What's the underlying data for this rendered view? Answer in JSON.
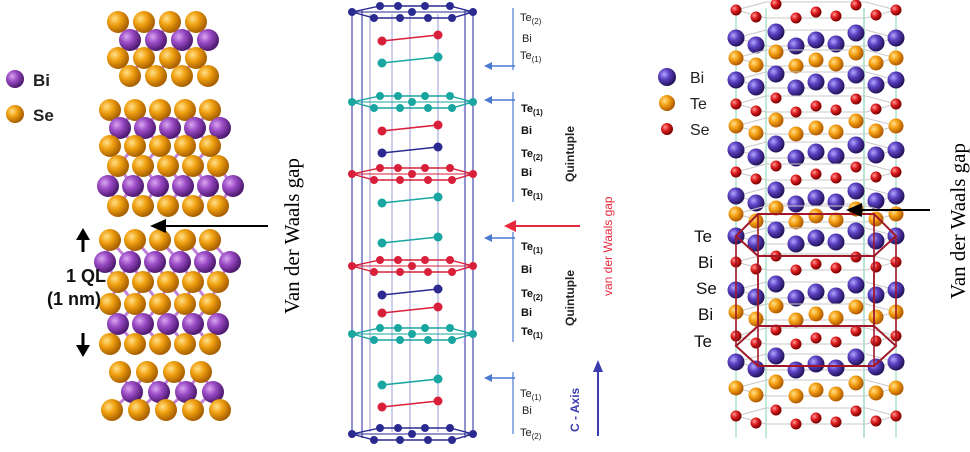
{
  "panel_a": {
    "legend": [
      {
        "symbol": "Bi",
        "color": "#8a3fb0"
      },
      {
        "symbol": "Se",
        "color": "#f0a010"
      }
    ],
    "ql_label_line1": "1 QL",
    "ql_label_line2": "(1 nm)",
    "gap_label": "Van der Waals gap"
  },
  "panel_b": {
    "top_labels": [
      "Te",
      "(2)",
      "Bi",
      "Te",
      "(1)"
    ],
    "quintuple_1": [
      "Te",
      "(1)",
      "Bi",
      "Te",
      "(2)",
      "Bi",
      "Te",
      "(1)"
    ],
    "quintuple_2": [
      "Te",
      "(1)",
      "Bi",
      "Te",
      "(2)",
      "Bi",
      "Te",
      "(1)"
    ],
    "bottom_labels": [
      "Te",
      "(1)",
      "Bi",
      "Te",
      "(2)"
    ],
    "quintuple_word": "Quintuple",
    "vdw_label": "van der Waals gap",
    "axis_label": "C - Axis",
    "vdw_color": "#e8283c",
    "axis_color": "#3b3bb0"
  },
  "panel_c": {
    "legend": [
      {
        "symbol": "Bi",
        "color": "#5a3fb0"
      },
      {
        "symbol": "Te",
        "color": "#f0a010"
      },
      {
        "symbol": "Se",
        "color": "#e02020"
      }
    ],
    "stack_labels": [
      "Te",
      "Bi",
      "Se",
      "Bi",
      "Te"
    ],
    "gap_label": "Van der Waals gap"
  }
}
